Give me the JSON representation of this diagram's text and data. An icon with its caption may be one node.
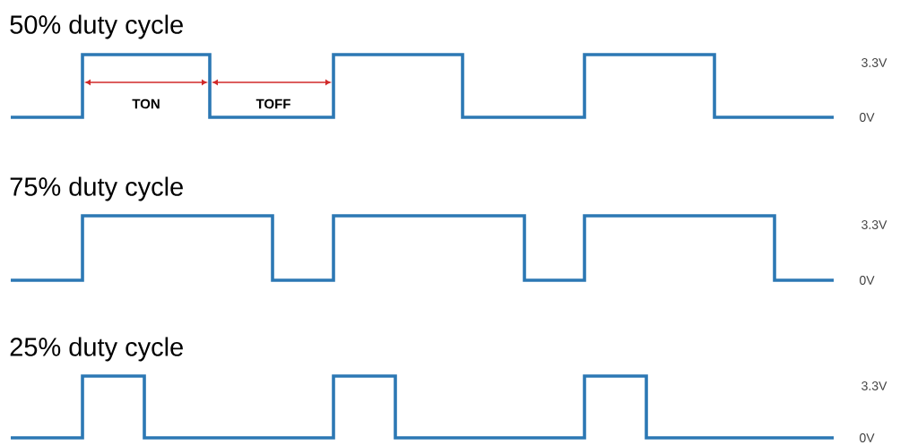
{
  "diagram": {
    "labels": [
      "50% duty cycle",
      "3.3V",
      "TON",
      "TOFF",
      "0V",
      "75% duty cycle",
      "3.3V",
      "0V",
      "25% duty cycle",
      "3.3V",
      "0V"
    ]
  }
}
